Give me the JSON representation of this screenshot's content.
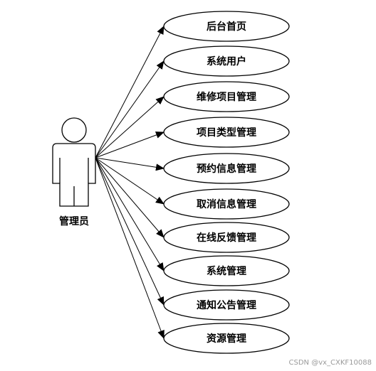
{
  "actor": {
    "name": "管理员"
  },
  "use_cases": [
    {
      "label": "后台首页"
    },
    {
      "label": "系统用户"
    },
    {
      "label": "维修项目管理"
    },
    {
      "label": "项目类型管理"
    },
    {
      "label": "预约信息管理"
    },
    {
      "label": "取消信息管理"
    },
    {
      "label": "在线反馈管理"
    },
    {
      "label": "系统管理"
    },
    {
      "label": "通知公告管理"
    },
    {
      "label": "资源管理"
    }
  ],
  "watermark": "CSDN @vx_CXKF10088",
  "colors": {
    "stroke": "#000000",
    "background": "#ffffff",
    "watermark": "#9a9a9a"
  }
}
